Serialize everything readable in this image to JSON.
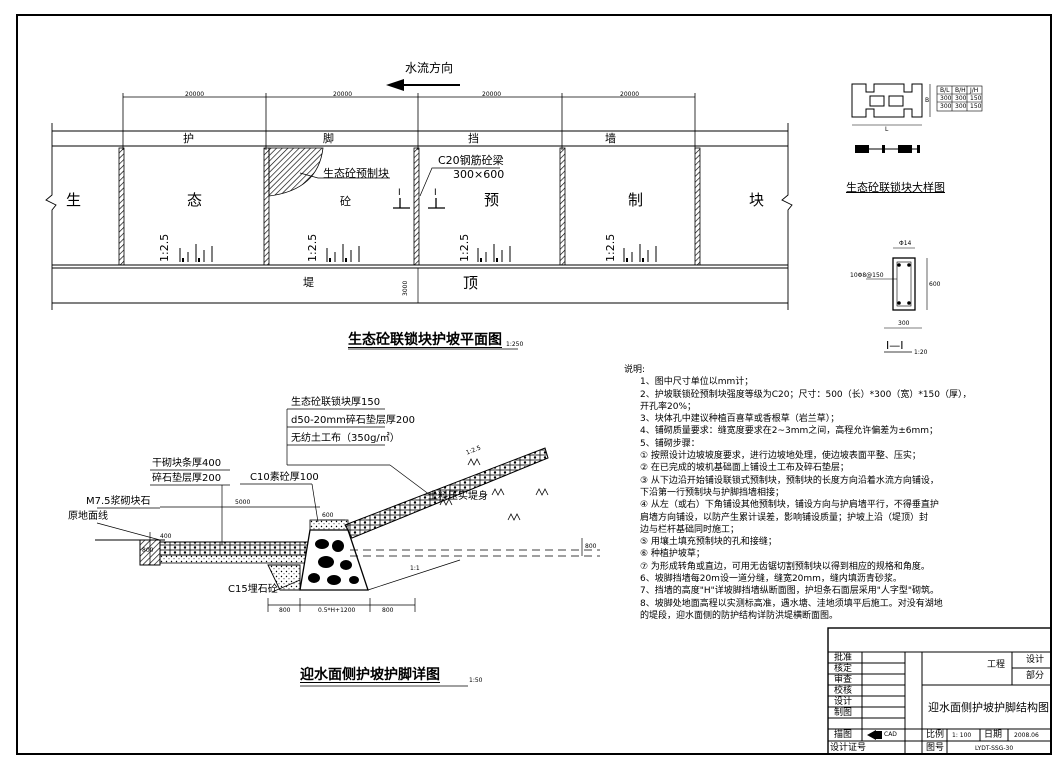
{
  "plan": {
    "flow_direction": "水流方向",
    "dim_labels": [
      "20000",
      "20000",
      "20000",
      "20000"
    ],
    "band_top_chars": [
      "护",
      "脚",
      "挡",
      "墙"
    ],
    "band_mid_chars": [
      "生",
      "态",
      "砼",
      "预",
      "制",
      "块"
    ],
    "band_bottom_chars": [
      "堤",
      "顶"
    ],
    "slope_label": "1:2.5",
    "precast_block_label": "生态砼预制块",
    "beam_label": "C20钢筋砼梁",
    "beam_size": "300×600",
    "section_mark": "I",
    "height_dim": "3000",
    "title": "生态砼联锁块护坡平面图",
    "scale": "1:250"
  },
  "block_detail": {
    "title": "生态砼联锁块大样图",
    "table": [
      [
        "B/L",
        "B/H",
        "J/H"
      ],
      [
        "300",
        "300",
        "150"
      ],
      [
        "300",
        "300",
        "150"
      ]
    ],
    "dim_b": "B",
    "dim_l": "L"
  },
  "section": {
    "title": "I—I",
    "scale": "1:20",
    "dim_top": "Φ14",
    "dim_left": "10Φ8@150",
    "dim_right": "600",
    "dim_bottom": "300"
  },
  "toe": {
    "layer_labels": [
      "生态砼联锁块厚150",
      "d50-20mm碎石垫层厚200",
      "无纺土工布（350g/㎡）"
    ],
    "dry_block": "干砌块条厚400",
    "gravel": "碎石垫层厚200",
    "mortar": "M7.5浆砌块石",
    "ground_line": "原地面线",
    "c10": "C10素砼厚100",
    "c15": "C15埋石砼",
    "fill": "土料压实堤身",
    "dims": [
      "5000",
      "600",
      "800",
      "0.5*H+1200",
      "800",
      "400",
      "800",
      "800"
    ],
    "slope_marks": [
      "1:2.5",
      "1:1"
    ],
    "title": "迎水面侧护坡护脚详图",
    "scale": "1:50"
  },
  "notes": {
    "heading": "说明:",
    "lines": [
      "1、图中尺寸单位以mm计；",
      "2、护坡联锁砼预制块强度等级为C20；尺寸：500（长）*300（宽）*150（厚），",
      "    开孔率20%；",
      "3、块体孔中建议种植百喜草或香根草（岩兰草）；",
      "4、铺砌质量要求：缝宽度要求在2~3mm之间，高程允许偏差为±6mm；",
      "5、铺砌步骤：",
      "    ① 按照设计边坡坡度要求，进行边坡地处理，使边坡表面平整、压实；",
      "    ② 在已完成的坡机基础面上铺设土工布及碎石垫层；",
      "    ③ 从下边沿开始铺设联锁式预制块，预制块的长度方向沿着水流方向铺设，",
      "        下沿第一行预制块与护脚挡墙相接；",
      "    ④ 从左（或右）下角铺设其他预制块，铺设方向与护肩墙平行，不得垂直护",
      "        肩墙方向铺设，以防产生累计误差，影响铺设质量；护坡上沿（堤顶）封",
      "        边与栏杆基础同时施工；",
      "    ⑤ 用壤土填充预制块的孔和接缝；",
      "    ⑥ 种植护坡草；",
      "    ⑦ 为形成转角或直边，可用无齿锯切割预制块以得到相应的规格和角度。",
      "6、坡脚挡墙每20m设一道分缝，缝宽20mm，缝内填沥青砂浆。",
      "7、挡墙的高度\"H\"详坡脚挡墙纵断面图，护坦条石面层采用\"人字型\"砌筑。",
      "8、坡脚处地面高程以实测标高准，遇水塘、洼地须填平后施工。对没有湖地",
      "    的堤段，迎水面侧的防护结构详防洪堤横断面图。"
    ]
  },
  "title_block": {
    "rows": [
      "批准",
      "核定",
      "审查",
      "校核",
      "设计",
      "制图",
      "描图",
      "设计证号"
    ],
    "project": "工程",
    "stage1": "设计",
    "stage2": "部分",
    "drawing_name": "迎水面侧护坡护脚结构图",
    "scale_label": "比例",
    "scale_value": "1: 100",
    "date_label": "日期",
    "date_value": "2008.06",
    "number_label": "图号",
    "number_value": "LYDT-SSG-30",
    "logo_text": "CAD"
  }
}
